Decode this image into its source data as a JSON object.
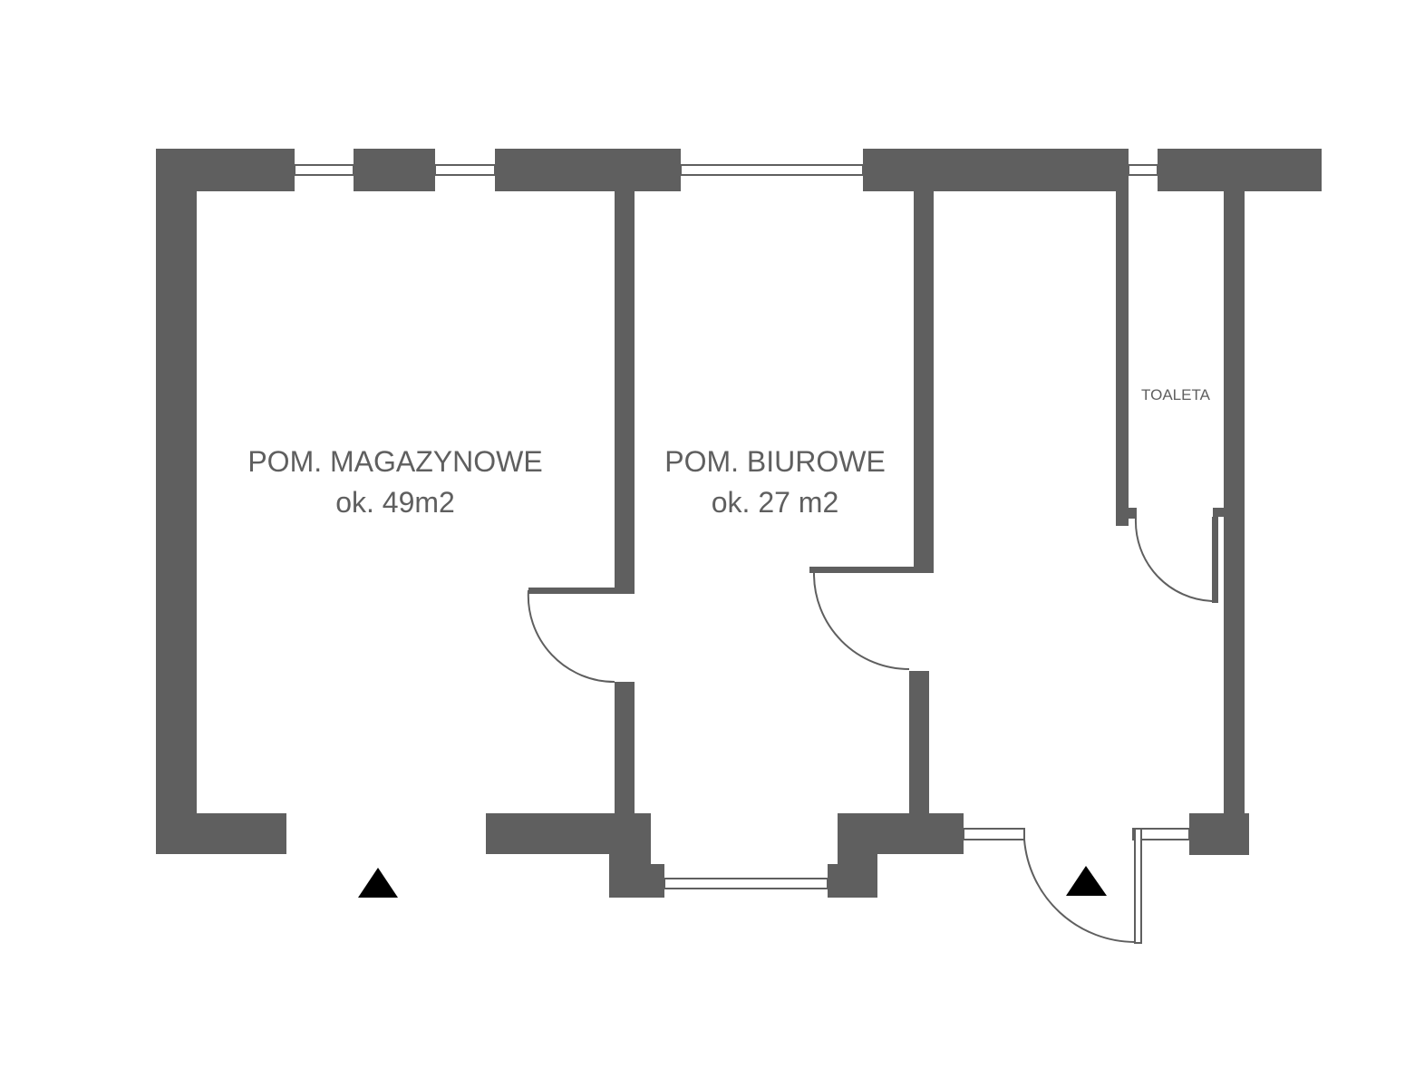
{
  "floor_plan": {
    "rooms": [
      {
        "name": "POM. MAGAZYNOWE",
        "area": "ok. 49m2"
      },
      {
        "name": "POM. BIUROWE",
        "area": "ok. 27 m2"
      },
      {
        "name": "TOALETA"
      }
    ],
    "colors": {
      "wall": "#5f5f5f",
      "entrance_marker": "#000000"
    },
    "entrances": [
      "entrance-marker-storage",
      "entrance-marker-main"
    ]
  }
}
